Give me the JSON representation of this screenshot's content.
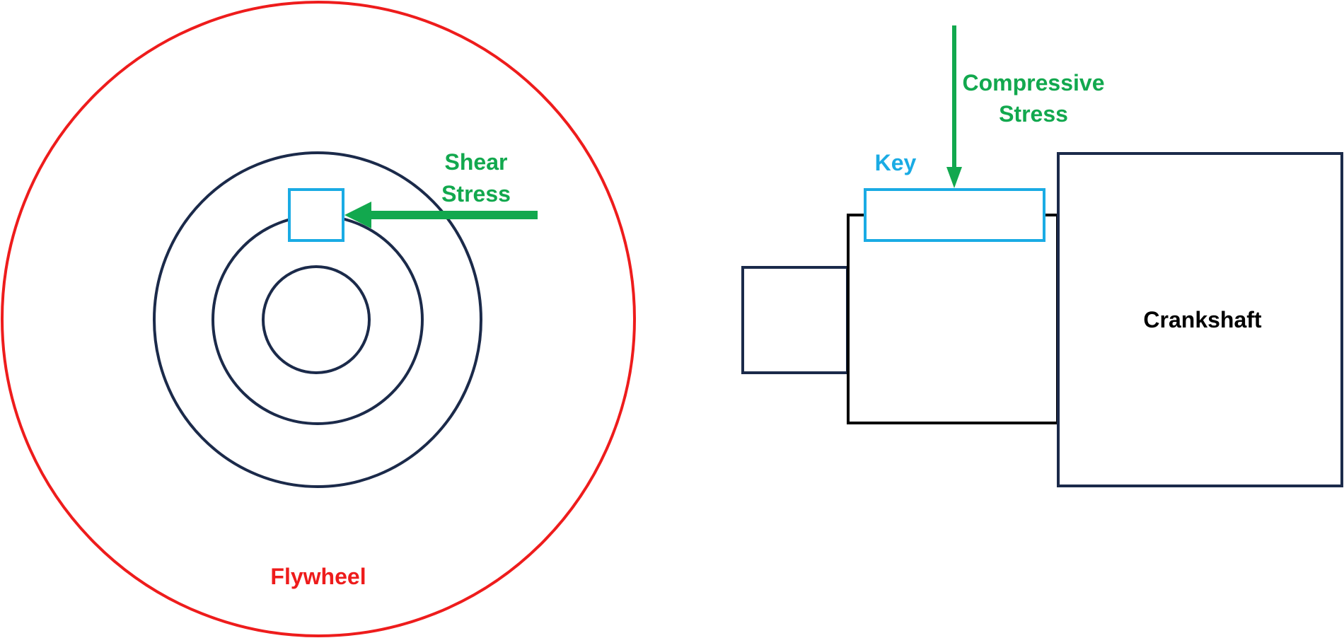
{
  "colors": {
    "flywheel": "#ee1c1c",
    "shaft": "#1b2a4a",
    "key": "#1aabe4",
    "stress": "#12a84e",
    "text_dark": "#000000",
    "outline_black": "#000000"
  },
  "left_view": {
    "flywheel_label": "Flywheel",
    "shear_label_line1": "Shear",
    "shear_label_line2": "Stress"
  },
  "right_view": {
    "key_label": "Key",
    "compressive_label_line1": "Compressive",
    "compressive_label_line2": "Stress",
    "crankshaft_label": "Crankshaft"
  }
}
